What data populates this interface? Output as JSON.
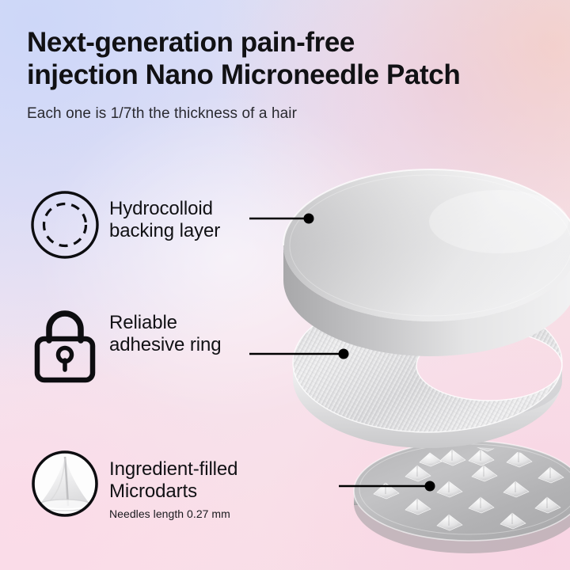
{
  "header": {
    "title": "Next-generation pain-free\ninjection Nano Microneedle Patch",
    "subtitle": "Each one is 1/7th the thickness of a hair"
  },
  "features": [
    {
      "id": "hydrocolloid-backing-layer",
      "icon": "dashed-circle-icon",
      "label": "Hydrocolloid\nbacking layer",
      "sublabel": ""
    },
    {
      "id": "reliable-adhesive-ring",
      "icon": "padlock-icon",
      "label": "Reliable\nadhesive ring",
      "sublabel": ""
    },
    {
      "id": "ingredient-filled-microdarts",
      "icon": "microdart-cone-icon",
      "label": "Ingredient-filled\nMicrodarts",
      "sublabel": "Needles length 0.27 mm"
    }
  ],
  "illustration": {
    "name": "exploded-microneedle-patch",
    "layers": [
      {
        "name": "hydrocolloid-backing-disc",
        "callout_index": 0
      },
      {
        "name": "adhesive-textured-ring",
        "callout_index": 1
      },
      {
        "name": "microdart-array-disc",
        "callout_index": 2
      }
    ]
  },
  "colors": {
    "text_primary": "#111114",
    "text_secondary": "#2a2a30",
    "leader_line": "#000000",
    "bg_top_left": "#dfe4f8",
    "bg_top_right": "#f0e2f0",
    "bg_bottom_left": "#fbdbe8",
    "bg_bottom_right": "#f7d8e4",
    "patch_grey": "#b9b9bb",
    "patch_light": "#eeeeef"
  }
}
